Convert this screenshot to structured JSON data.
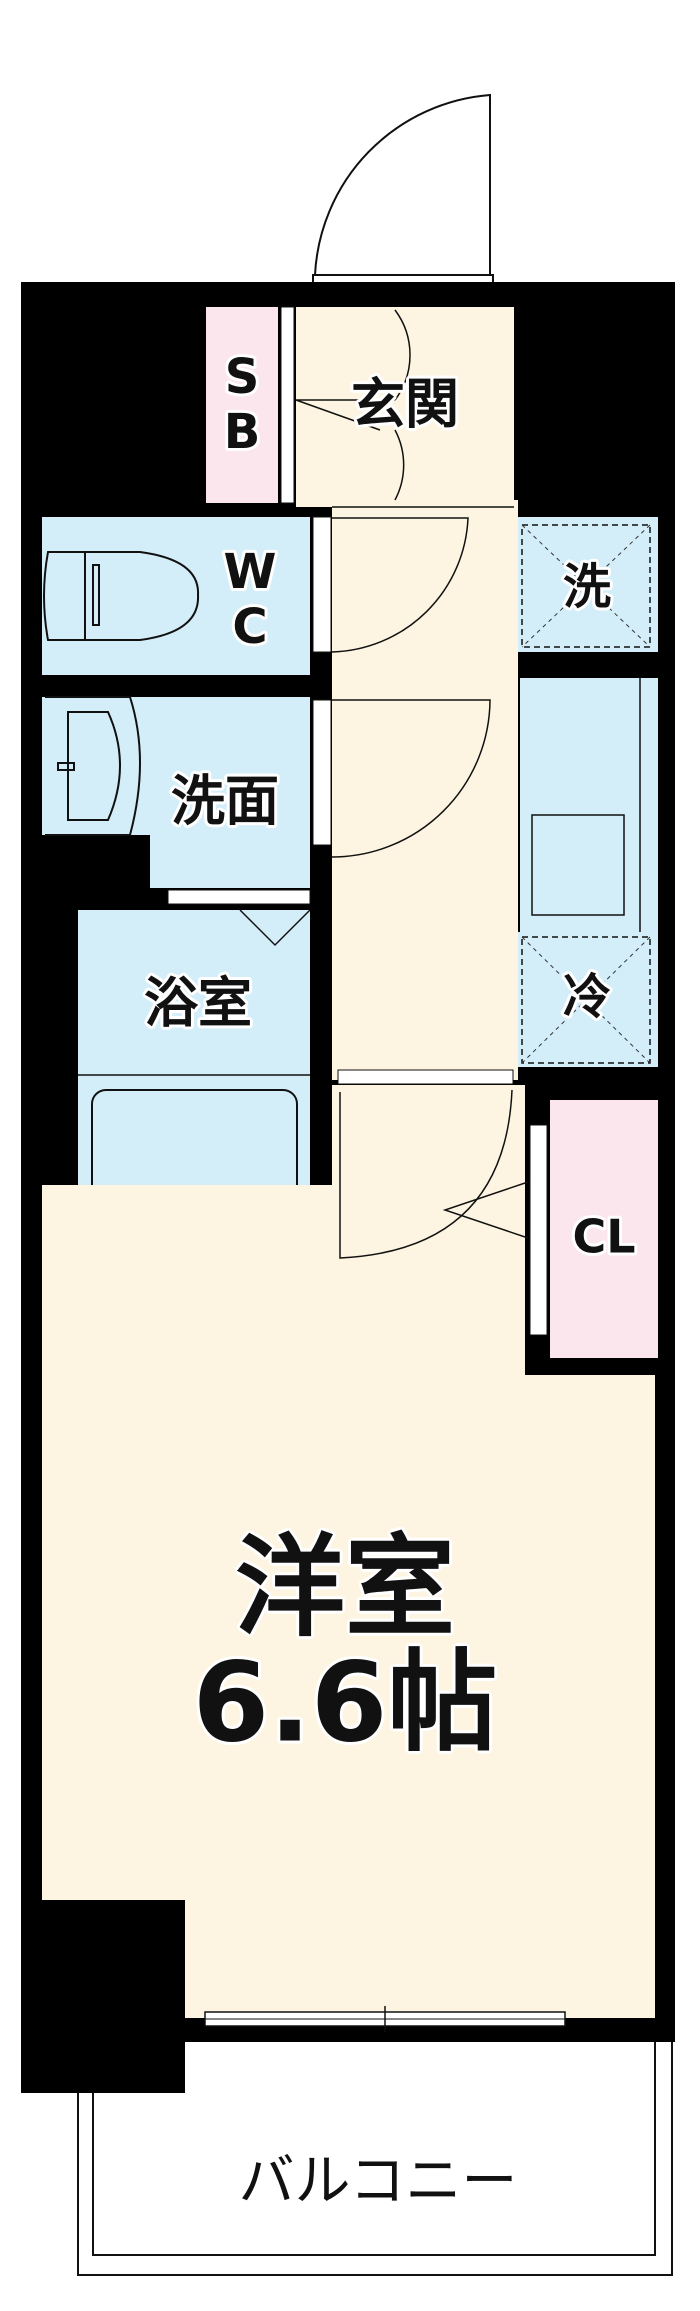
{
  "rooms": {
    "storage_sb": [
      "S",
      "B"
    ],
    "entrance": "玄関",
    "toilet": [
      "W",
      "C"
    ],
    "washing_machine": "洗",
    "washroom": "洗面",
    "bathroom": "浴室",
    "refrigerator": "冷",
    "closet": "CL",
    "western_room": "洋室",
    "western_room_size": "6.6帖",
    "balcony": "バルコニー"
  },
  "colors": {
    "wall": "#000000",
    "floor": "#fdf5e2",
    "wet_area": "#d3eef9",
    "storage": "#fbe6ee"
  }
}
